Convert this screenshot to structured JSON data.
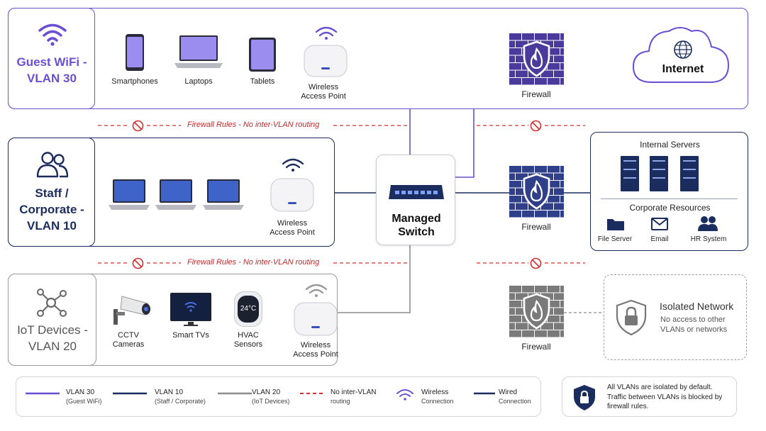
{
  "colors": {
    "guest": "#6a4fd3",
    "staff": "#1b2d5f",
    "iot": "#8c8c8c",
    "rule": "#d32f2f",
    "firewall_blue": "#2f3f8a",
    "firewall_purple": "#4a3a9c",
    "firewall_gray": "#7a7a7a"
  },
  "guest": {
    "title": "Guest WiFi - VLAN 30",
    "devices": [
      "Smartphones",
      "Laptops",
      "Tablets"
    ],
    "ap_label": "Wireless Access Point"
  },
  "staff": {
    "title": "Staff / Corporate - VLAN 10",
    "ap_label": "Wireless Access Point"
  },
  "iot": {
    "title": "IoT Devices - VLAN 20",
    "devices": [
      "CCTV Cameras",
      "Smart TVs",
      "HVAC Sensors"
    ],
    "hvac_temp": "24°C",
    "ap_label": "Wireless Access Point"
  },
  "switch": {
    "label": "Managed Switch"
  },
  "firewalls": [
    "Firewall",
    "Firewall",
    "Firewall"
  ],
  "internet": {
    "label": "Internet"
  },
  "rules": {
    "rule1": "Firewall Rules - No inter-VLAN routing",
    "rule2": "Firewall Rules - No inter-VLAN routing"
  },
  "servers": {
    "title": "Internal Servers",
    "resources_title": "Corporate Resources",
    "items": [
      "File Server",
      "Email",
      "HR System"
    ]
  },
  "isolated": {
    "title": "Isolated Network",
    "desc": "No access to other VLANs or networks"
  },
  "legend": {
    "items": [
      {
        "title": "VLAN 30",
        "sub": "(Guest WiFi)"
      },
      {
        "title": "VLAN 10",
        "sub": "(Staff / Corporate)"
      },
      {
        "title": "VLAN 20",
        "sub": "(IoT Devices)"
      },
      {
        "title": "No inter-VLAN",
        "sub": "routing"
      },
      {
        "title": "Wireless",
        "sub": "Connection"
      },
      {
        "title": "Wired",
        "sub": "Connection"
      }
    ]
  },
  "note": {
    "text": "All VLANs are isolated by default. Traffic between VLANs is blocked by firewall rules."
  }
}
